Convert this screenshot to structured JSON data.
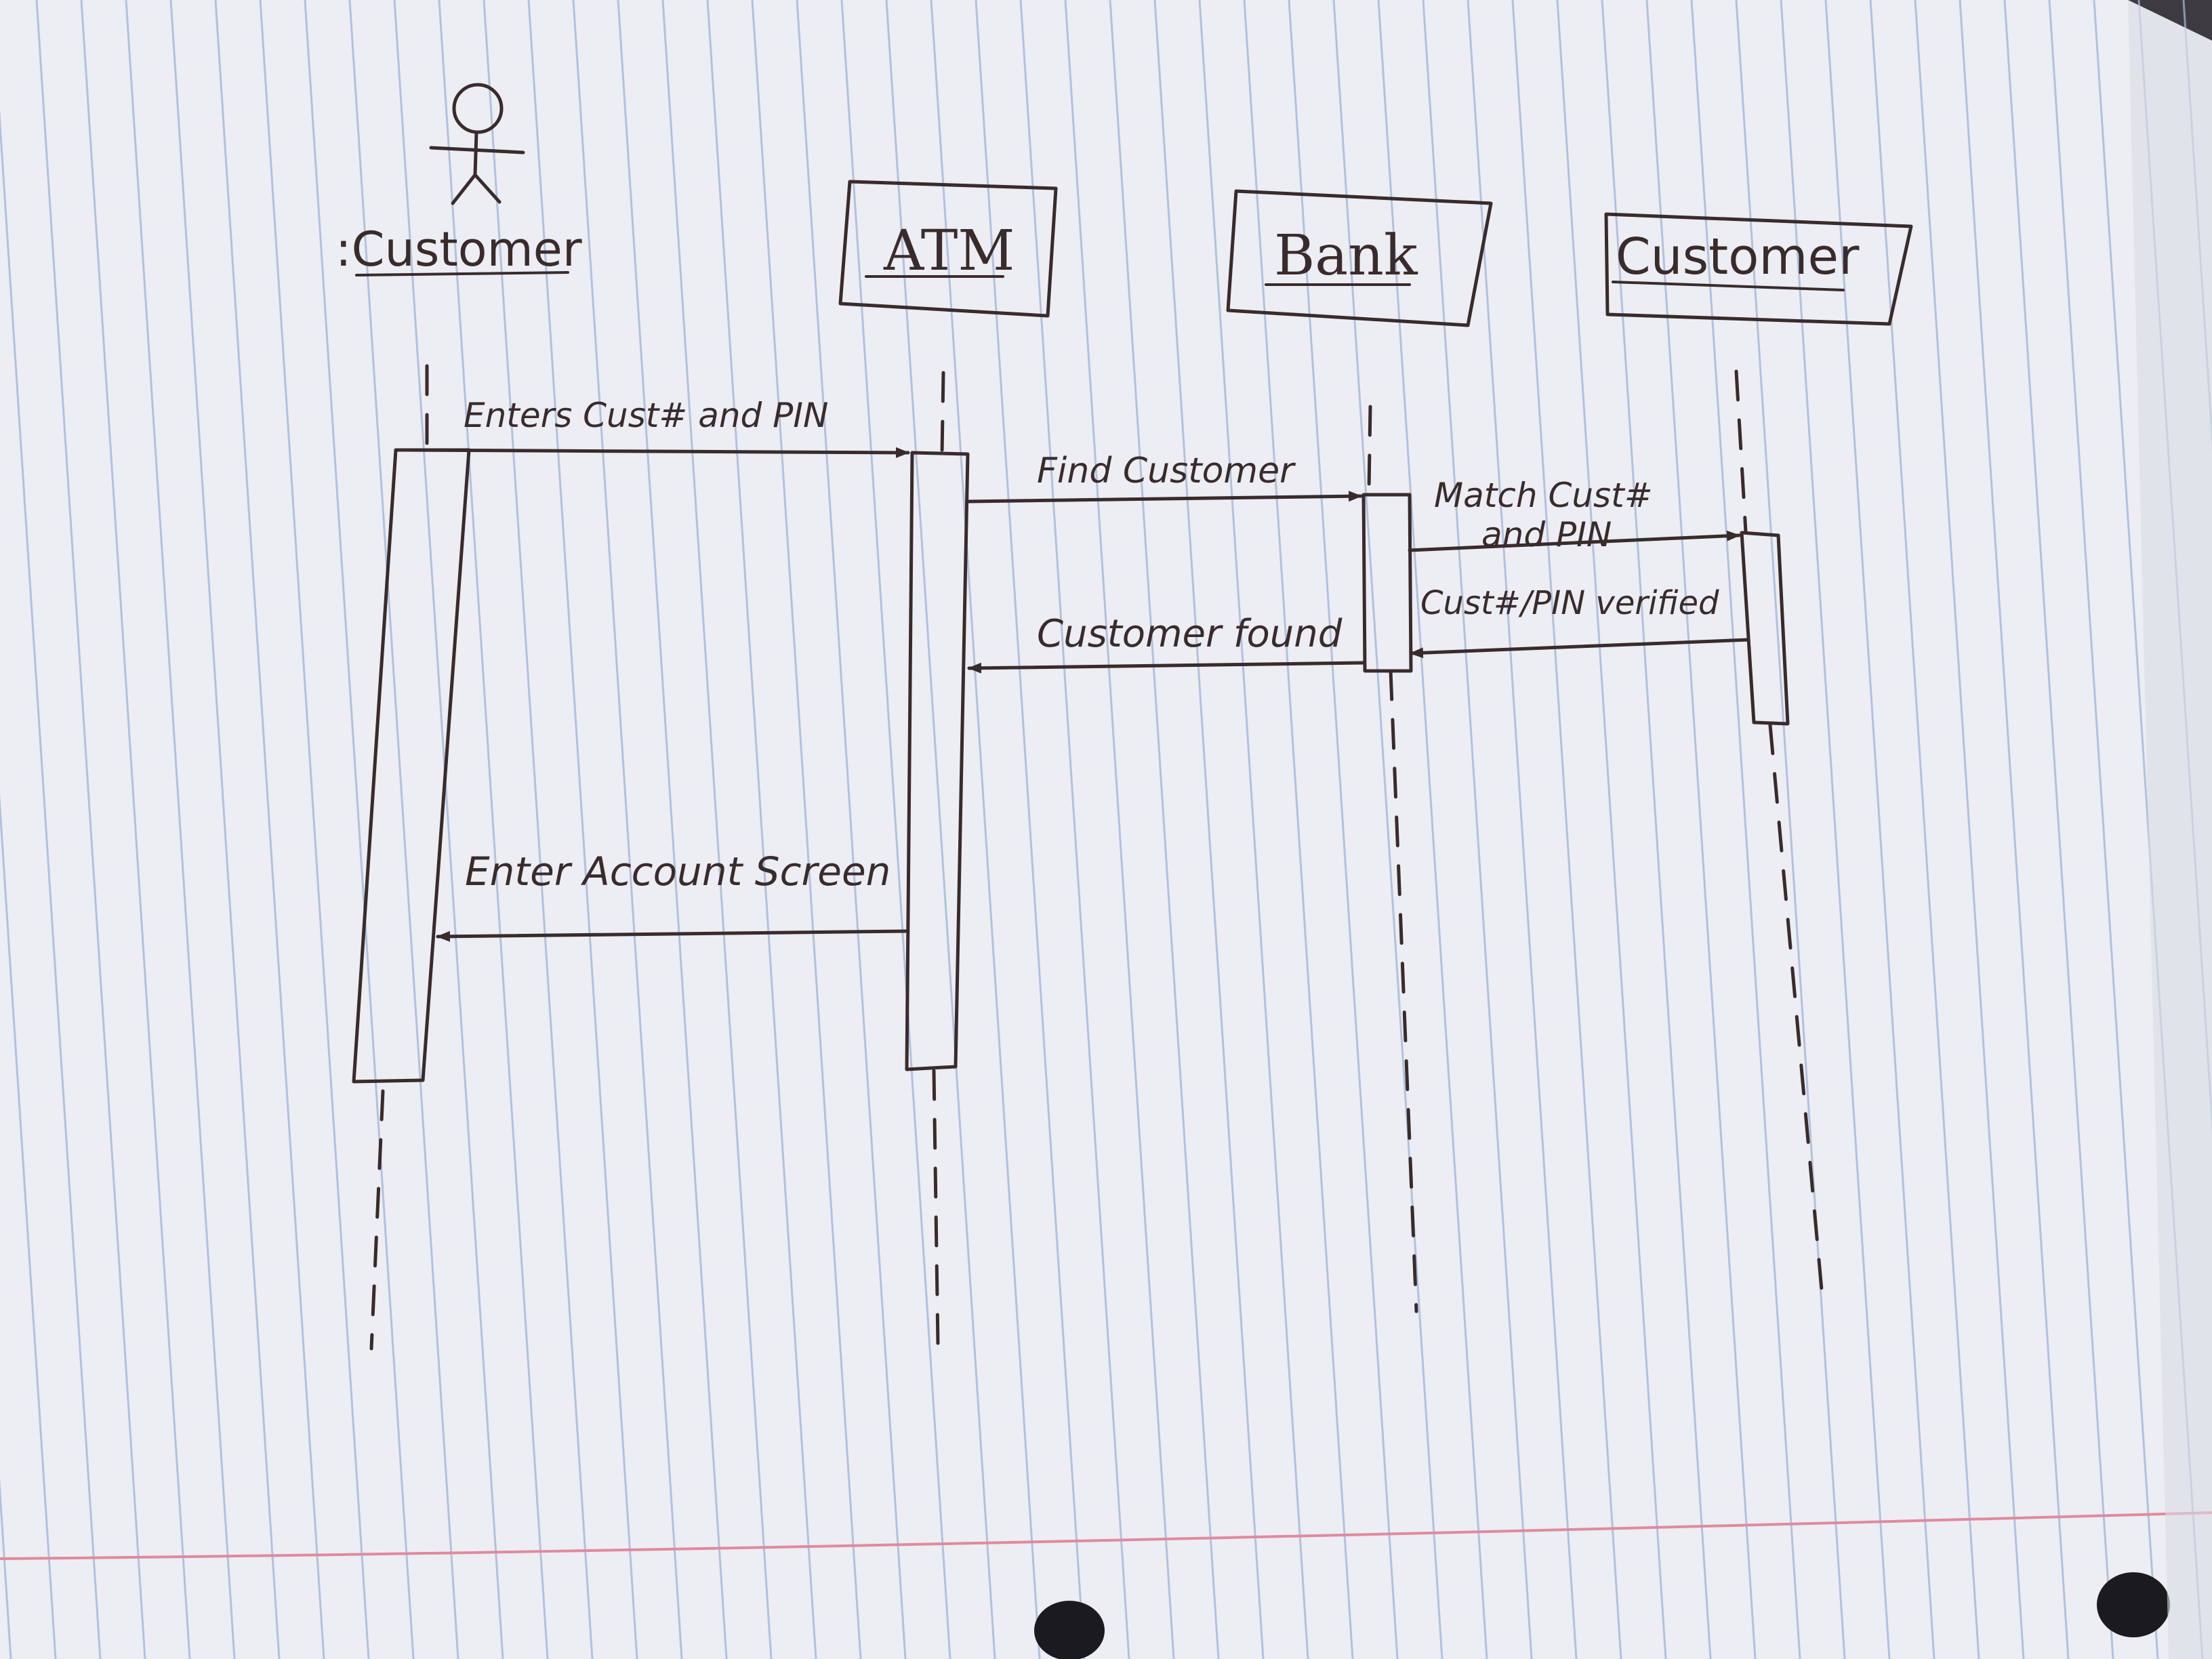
{
  "diagram": {
    "type": "uml-sequence-diagram",
    "participants": [
      {
        "label": ":Customer",
        "kind": "actor"
      },
      {
        "label": "ATM",
        "kind": "object"
      },
      {
        "label": "Bank",
        "kind": "object"
      },
      {
        "label": "Customer",
        "kind": "object"
      }
    ],
    "messages": [
      {
        "label": "Enters Cust# and PIN",
        "from": ":Customer",
        "to": "ATM",
        "kind": "call"
      },
      {
        "label": "Find Customer",
        "from": "ATM",
        "to": "Bank",
        "kind": "call"
      },
      {
        "label_line1": "Match Cust#",
        "label_line2": "and PIN",
        "from": "Bank",
        "to": "Customer",
        "kind": "call"
      },
      {
        "label": "Cust#/PIN verified",
        "from": "Customer",
        "to": "Bank",
        "kind": "return"
      },
      {
        "label": "Customer found",
        "from": "Bank",
        "to": "ATM",
        "kind": "return"
      },
      {
        "label": "Enter Account Screen",
        "from": "ATM",
        "to": ":Customer",
        "kind": "return"
      }
    ]
  },
  "colors": {
    "paper": "#eceef3",
    "rule_line": "#9fb3d9",
    "margin_line": "#e08a9c",
    "ink": "#3a2b2b",
    "desk": "#3d3b40"
  }
}
